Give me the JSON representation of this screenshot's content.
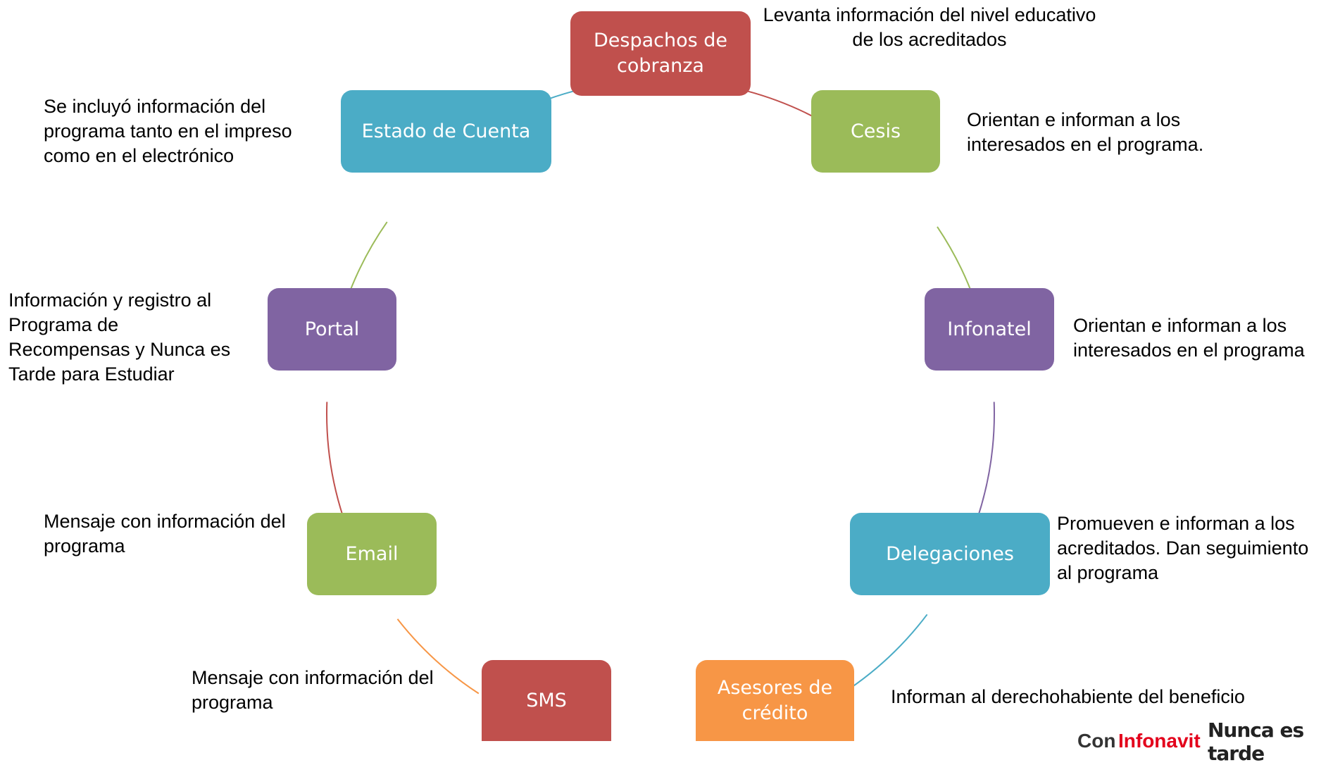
{
  "nodes": [
    {
      "key": "despachos",
      "label": "Despachos de\ncobranza",
      "color": "#c0504d",
      "note": "Levanta información del nivel educativo\nde los acreditados"
    },
    {
      "key": "cesis",
      "label": "Cesis",
      "color": "#9bbb59",
      "note": "Orientan e informan a los\ninteresados en el programa."
    },
    {
      "key": "infonatel",
      "label": "Infonatel",
      "color": "#8064a2",
      "note": "Orientan e informan a los\ninteresados en el programa"
    },
    {
      "key": "delegaciones",
      "label": "Delegaciones",
      "color": "#4bacc6",
      "note": "Promueven e informan a los\nacreditados. Dan seguimiento\nal programa"
    },
    {
      "key": "asesores",
      "label": "Asesores de\ncrédito",
      "color": "#f79646",
      "note": "Informan al derechohabiente del beneficio"
    },
    {
      "key": "sms",
      "label": "SMS",
      "color": "#c0504d",
      "note": "Mensaje con información del\nprograma"
    },
    {
      "key": "email",
      "label": "Email",
      "color": "#9bbb59",
      "note": "Mensaje con información del\nprograma"
    },
    {
      "key": "portal",
      "label": "Portal",
      "color": "#8064a2",
      "note": "Información y registro al\nPrograma de\nRecompensas y Nunca es\nTarde para Estudiar"
    },
    {
      "key": "estado",
      "label": "Estado de Cuenta",
      "color": "#4bacc6",
      "note": "Se incluyó información del\nprograma tanto en el impreso\ncomo en el electrónico"
    }
  ],
  "connector_colors": [
    "#c0504d",
    "#9bbb59",
    "#8064a2",
    "#4bacc6",
    "#4bacc6",
    "#f79646",
    "#c0504d",
    "#9bbb59",
    "#4bacc6"
  ],
  "logo": {
    "prefix": "Con",
    "brand": "Infonavit",
    "tagline": "Nunca es tarde"
  }
}
